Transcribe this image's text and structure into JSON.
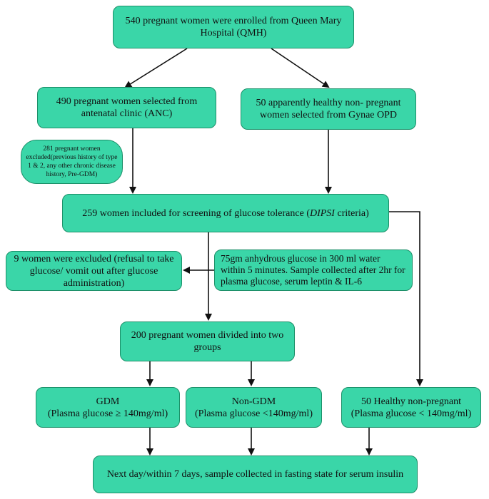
{
  "boxes": {
    "enrolled": "540 pregnant women were enrolled from Queen Mary Hospital (QMH)",
    "anc": "490 pregnant women selected from antenatal clinic (ANC)",
    "opd": "50 apparently healthy non- pregnant women selected from Gynae OPD",
    "excluded_281": "281 pregnant women excluded(previous history of type 1 & 2, any other chronic disease history, Pre-GDM)",
    "included_259_pre": "259 women included for screening of glucose tolerance (",
    "included_259_em": "DIPSI",
    "included_259_post": " criteria)",
    "excluded_9": "9 women were excluded (refusal to take glucose/ vomit out after glucose administration)",
    "ogtt": "75gm anhydrous glucose in 300 ml water within 5 minutes. Sample collected after 2hr for plasma glucose, serum leptin & IL-6",
    "divided_200": "200 pregnant women divided into two groups",
    "gdm_title": "GDM",
    "gdm_sub": "(Plasma glucose ≥ 140mg/ml)",
    "nongdm_title": "Non-GDM",
    "nongdm_sub": "(Plasma glucose <140mg/ml)",
    "healthy_title": "50 Healthy non-pregnant",
    "healthy_sub": "(Plasma glucose < 140mg/ml)",
    "fasting": "Next day/within 7 days, sample collected in fasting state for serum insulin"
  },
  "colors": {
    "box_fill": "#3ad6a8",
    "box_border": "#1b8f68",
    "arrow": "#111111"
  }
}
